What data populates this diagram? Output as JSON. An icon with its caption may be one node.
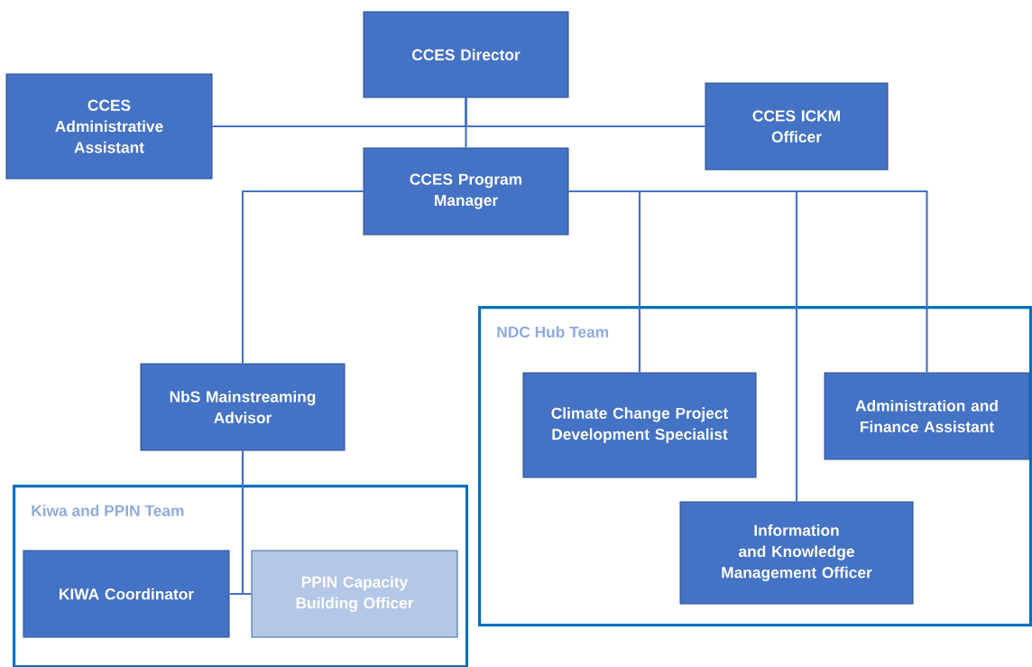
{
  "diagram": {
    "nodes": [
      {
        "text": [
          "CCES Director"
        ]
      },
      {
        "text": [
          "CCES Administrative Assistant"
        ]
      },
      {
        "text": [
          "CCES ICKM Officer"
        ]
      },
      {
        "text": [
          "CCES Program Manager"
        ]
      },
      {
        "text": [
          "NbS Mainstreaming Advisor"
        ]
      },
      {
        "text": [
          "Kiwa and PPIN Team"
        ]
      },
      {
        "text": [
          "KIWA Coordinator"
        ],
        "in": 5
      },
      {
        "text": [
          "PPIN Capacity Building Officer"
        ],
        "in": 5
      },
      {
        "text": [
          "NDC Hub Team"
        ]
      },
      {
        "text": [
          "Climate Change Project Development Specialist"
        ],
        "in": 8
      },
      {
        "text": [
          "Administration and Finance Assistant"
        ],
        "in": 8
      },
      {
        "text": [
          "Information and Knowledge Management Officer"
        ],
        "in": 8
      }
    ],
    "edges": [
      {
        "from": 0,
        "to": 3,
        "arrow": "none"
      },
      {
        "from": 0,
        "to": 1,
        "arrow": "none"
      },
      {
        "from": 0,
        "to": 2,
        "arrow": "none"
      },
      {
        "from": 3,
        "to": 4,
        "arrow": "none"
      },
      {
        "from": 3,
        "to": 9,
        "arrow": "none"
      },
      {
        "from": 3,
        "to": 11,
        "arrow": "none"
      },
      {
        "from": 3,
        "to": 10,
        "arrow": "none"
      },
      {
        "from": 4,
        "to": 6,
        "arrow": "none"
      },
      {
        "from": 4,
        "to": 7,
        "arrow": "none"
      }
    ]
  }
}
